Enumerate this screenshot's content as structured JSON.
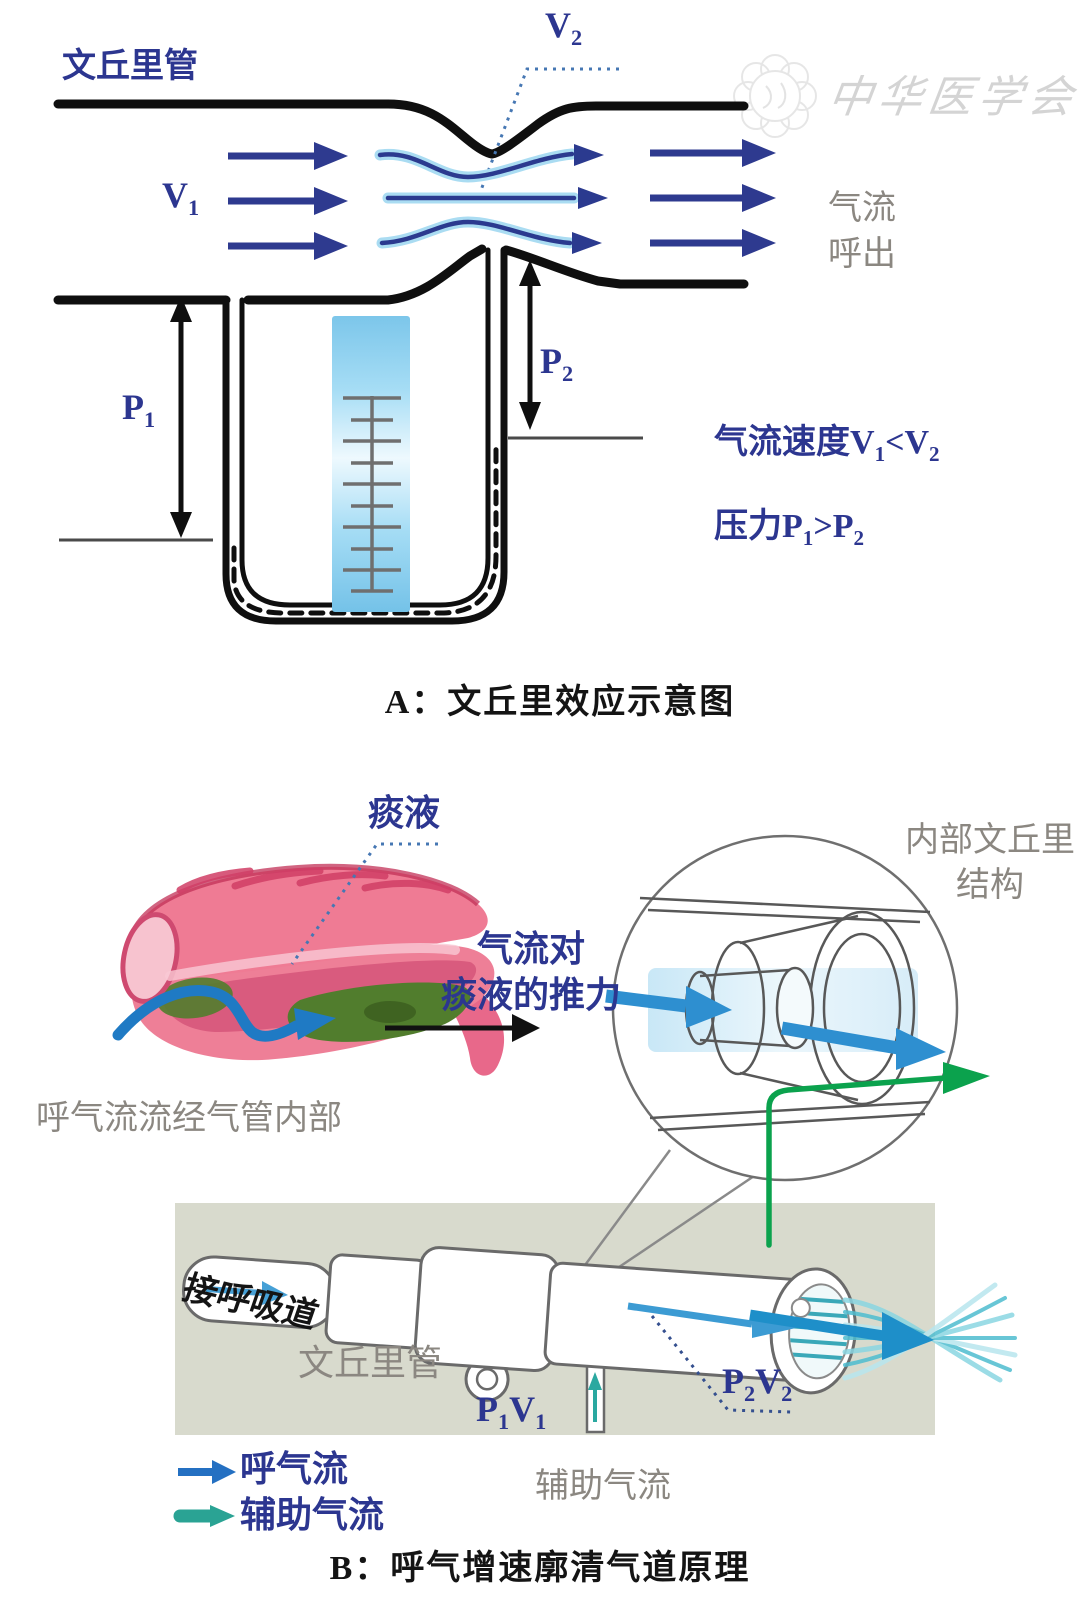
{
  "figure": {
    "panel_a": {
      "venturi_tube_label": "文丘里管",
      "v1": {
        "base": "V",
        "sub": "1"
      },
      "v2": {
        "base": "V",
        "sub": "2"
      },
      "p1": {
        "base": "P",
        "sub": "1"
      },
      "p2": {
        "base": "P",
        "sub": "2"
      },
      "exhaled_flow_line1": "气流",
      "exhaled_flow_line2": "呼出",
      "velocity_relation": {
        "s1": "气流速度V",
        "sub1": "1",
        "s2": "<V",
        "sub2": "2"
      },
      "pressure_relation": {
        "s1": "压力P",
        "sub1": "1",
        "s2": ">P",
        "sub2": "2"
      },
      "caption": "A：文丘里效应示意图"
    },
    "watermark": {
      "text": "中华医学会"
    },
    "panel_b": {
      "sputum_label": "痰液",
      "push_force_line1": "气流对",
      "push_force_line2": "痰液的推力",
      "trachea_caption": "呼气流流经气管内部",
      "internal_structure_line1": "内部文丘里",
      "internal_structure_line2": "结构",
      "airway_connect_label": "接呼吸道",
      "venturi_tube_label": "文丘里管",
      "p1v1": {
        "s1": "P",
        "sub1": "1",
        "s2": "V",
        "sub2": "1"
      },
      "p2v2": {
        "s1": "P",
        "sub1": "2",
        "s2": "V",
        "sub2": "2"
      },
      "aux_flow_label": "辅助气流",
      "legend": {
        "exhale_label": "呼气流",
        "aux_label": "辅助气流"
      },
      "caption": "B：呼气增速廓清气道原理"
    },
    "icons": {
      "flow_arrow_icon": "indigo right arrow",
      "double_headed_pressure_arrow_icon": "black vertical double arrow",
      "exhale_arrow_icon": "blue right arrow",
      "aux_flow_arrow_icon": "teal right arrow",
      "magnifier_circle_icon": "zoom detail circle",
      "watermark_logo_icon": "chinese medical association seal"
    },
    "colors": {
      "indigo_text": "#2c3690",
      "arrow_indigo": "#2e3a8f",
      "gray_text": "#8b8781",
      "stream_glow": "#aadcf2",
      "water_blue": "#8fd2f0",
      "panel_bg": "#d8dacd",
      "exhale_blue": "#1e8fc9",
      "aux_green": "#0ba24d",
      "legend_teal": "#2aa394",
      "spray_teal": "#55c2d4",
      "trachea_pink": "#ee7f97",
      "trachea_dark_pink": "#c23057",
      "sputum_green": "#517d2d",
      "outline_black": "#111111",
      "watermark_gray": "#d4d4d4"
    }
  }
}
